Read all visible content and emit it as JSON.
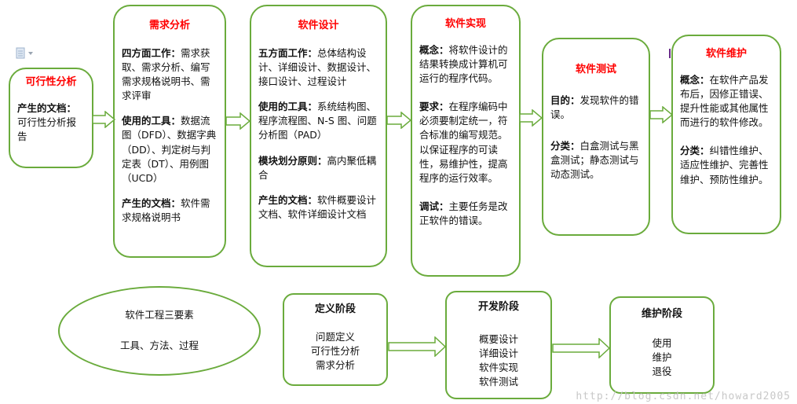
{
  "top_flow": [
    {
      "id": "feasibility",
      "title": "可行性分析",
      "sections": [
        {
          "label": "产生的文档：",
          "text": "可行性分析报告"
        }
      ]
    },
    {
      "id": "requirements",
      "title": "需求分析",
      "sections": [
        {
          "label": "四方面工作：",
          "text": "需求获取、需求分析、编写需求规格说明书、需求评审"
        },
        {
          "label": "使用的工具：",
          "text": "数据流图（DFD）、数据字典（DD）、判定树与判定表（DT）、用例图（UCD）"
        },
        {
          "label": "产生的文档：",
          "text": "软件需求规格说明书"
        }
      ]
    },
    {
      "id": "design",
      "title": "软件设计",
      "sections": [
        {
          "label": "五方面工作：",
          "text": "总体结构设计、详细设计、数据设计、接口设计、过程设计"
        },
        {
          "label": "使用的工具：",
          "text": "系统结构图、程序流程图、N-S 图、问题分析图（PAD）"
        },
        {
          "label": "模块划分原则：",
          "text": "高内聚低耦合"
        },
        {
          "label": "产生的文档：",
          "text": "软件概要设计文档、软件详细设计文档"
        }
      ]
    },
    {
      "id": "implementation",
      "title": "软件实现",
      "sections": [
        {
          "label": "概念：",
          "text": "将软件设计的结果转换成计算机可运行的程序代码。"
        },
        {
          "label": "要求：",
          "text": "在程序编码中必须要制定统一，符合标准的编写规范。以保证程序的可读性，易维护性，提高程序的运行效率。"
        },
        {
          "label": "调试：",
          "text": "主要任务是改正软件的错误。"
        }
      ]
    },
    {
      "id": "testing",
      "title": "软件测试",
      "sections": [
        {
          "label": "目的：",
          "text": "发现软件的错误。"
        },
        {
          "label": "分类：",
          "text": "白盒测试与黑盒测试；静态测试与动态测试。"
        }
      ]
    },
    {
      "id": "maintenance",
      "title": "软件维护",
      "sections": [
        {
          "label": "概念：",
          "text": "在软件产品发布后，因修正错误、提升性能或其他属性而进行的软件修改。"
        },
        {
          "label": "分类：",
          "text": "纠错性维护、适应性维护、完善性维护、预防性维护。"
        }
      ]
    }
  ],
  "three_elements": {
    "title": "软件工程三要素",
    "text": "工具、方法、过程"
  },
  "phases": [
    {
      "id": "definition",
      "title": "定义阶段",
      "items": [
        "问题定义",
        "可行性分析",
        "需求分析"
      ]
    },
    {
      "id": "development",
      "title": "开发阶段",
      "items": [
        "概要设计",
        "详细设计",
        "软件实现",
        "软件测试"
      ]
    },
    {
      "id": "maintenance-phase",
      "title": "维护阶段",
      "items": [
        "使用",
        "维护",
        "退役"
      ]
    }
  ],
  "watermark": "http://blog.csdn.net/howard2005",
  "colors": {
    "border": "#6aab3c",
    "title_red": "#ff0000",
    "arrow_border": "#6aab3c"
  }
}
